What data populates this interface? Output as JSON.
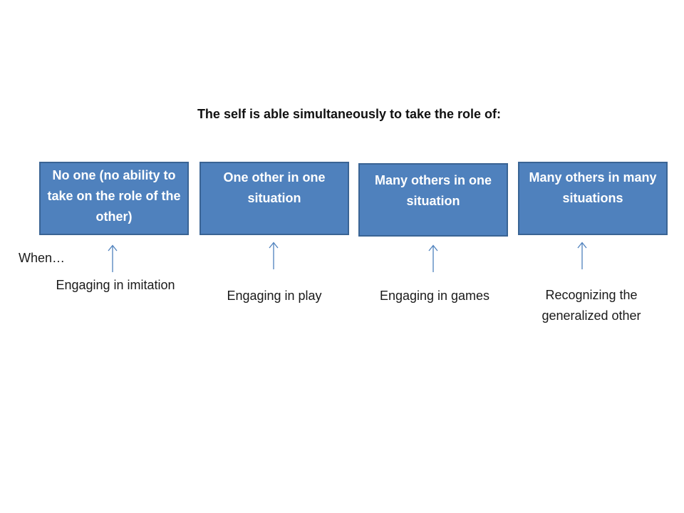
{
  "heading": "The self is able simultaneously to take the role of:",
  "when_label": "When…",
  "stages": [
    {
      "box_text": "No one (no ability to take on the role of the other)",
      "caption": "Engaging in imitation"
    },
    {
      "box_text": "One other in one situation",
      "caption": "Engaging in play"
    },
    {
      "box_text": "Many others in one situation",
      "caption": "Engaging in games"
    },
    {
      "box_text": "Many others in many situations",
      "caption": "Recognizing the generalized other"
    }
  ],
  "colors": {
    "box_fill": "#4f81bd",
    "box_border": "#3a6494",
    "arrow": "#4f81bd"
  }
}
